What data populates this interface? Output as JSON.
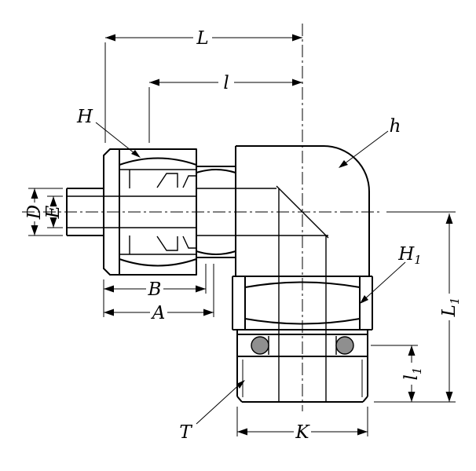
{
  "drawing": {
    "kind": "sectioned side view of a 90-degree elbow tube fitting with compression nut, port hex, o-rings and straight thread",
    "colors": {
      "line": "#000000",
      "background": "#ffffff",
      "oring_fill": "#8f8f8f"
    },
    "labels": {
      "L": "L",
      "l": "l",
      "H": "H",
      "h": "h",
      "D": "D",
      "E": "E",
      "B": "B",
      "A": "A",
      "T": "T",
      "K": "K",
      "H1_main": "H",
      "H1_sub": "1",
      "L1_main": "L",
      "L1_sub": "1",
      "l1_main": "l",
      "l1_sub": "1"
    }
  }
}
